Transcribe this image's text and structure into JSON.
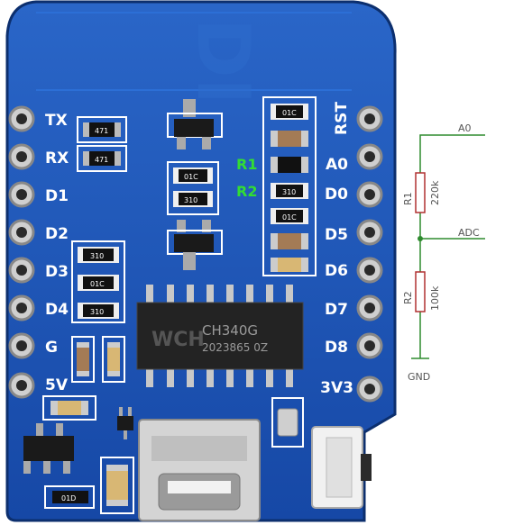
{
  "board": {
    "left_pins": [
      "TX",
      "RX",
      "D1",
      "D2",
      "D3",
      "D4",
      "G",
      "5V"
    ],
    "right_pins": [
      "RST",
      "A0",
      "D0",
      "D5",
      "D6",
      "D7",
      "D8",
      "3V3"
    ],
    "callouts": {
      "r1": "R1",
      "r2": "R2"
    },
    "chip_marking_1": "CH340G",
    "chip_marking_2": "2023865 0Z",
    "chip_logo": "WCH",
    "res_codes": {
      "tx": "471",
      "rx": "471",
      "top1": "01C",
      "top2": "310",
      "mid_a": "01C",
      "mid_b": "01C",
      "mid_c": "310",
      "left1": "310",
      "left2": "01C",
      "left3": "310",
      "bottom": "01D"
    },
    "watermark": "DI"
  },
  "schematic": {
    "top_net": "A0",
    "mid_net": "ADC",
    "r1_ref": "R1",
    "r1_value": "220k",
    "r2_ref": "R2",
    "r2_value": "100k",
    "ground": "GND"
  },
  "colors": {
    "pcb": "#1a56b8",
    "pcb_dark": "#0e3a86",
    "silkscreen": "#ffffff",
    "callout": "#33dd33",
    "wire": "#2e8b2e",
    "resistor": "#b03030"
  }
}
